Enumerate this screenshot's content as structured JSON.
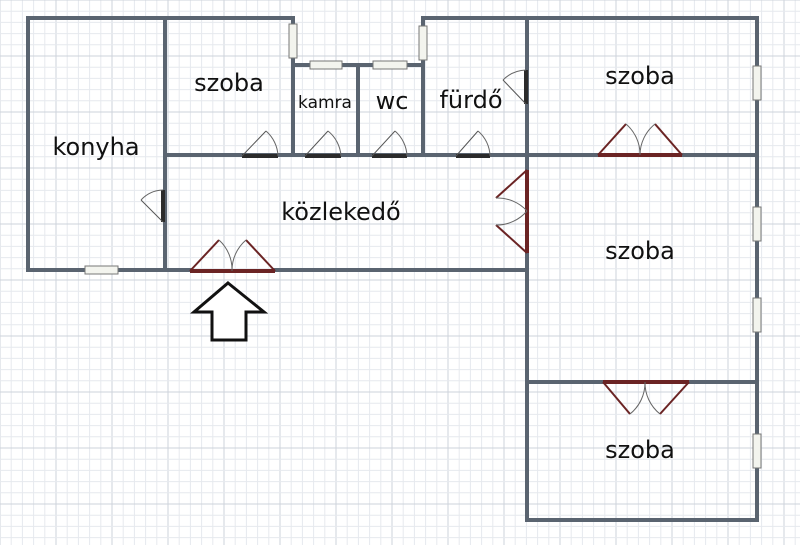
{
  "rooms": {
    "kitchen": "konyha",
    "room_top_left": "szoba",
    "pantry": "kamra",
    "wc": "wc",
    "bathroom": "fürdő",
    "room_top_right": "szoba",
    "hallway": "közlekedő",
    "room_middle_right": "szoba",
    "room_bottom_right": "szoba"
  },
  "colors": {
    "grid_minor": "#e6e9ee",
    "grid_major": "#cdd3db",
    "wall": "#5a6470",
    "door_dark": "#2b2b2b",
    "door_red": "#6b2424",
    "window_fill": "#f3f4ee"
  },
  "icons": {
    "entrance": "arrow-up-outline-icon"
  }
}
